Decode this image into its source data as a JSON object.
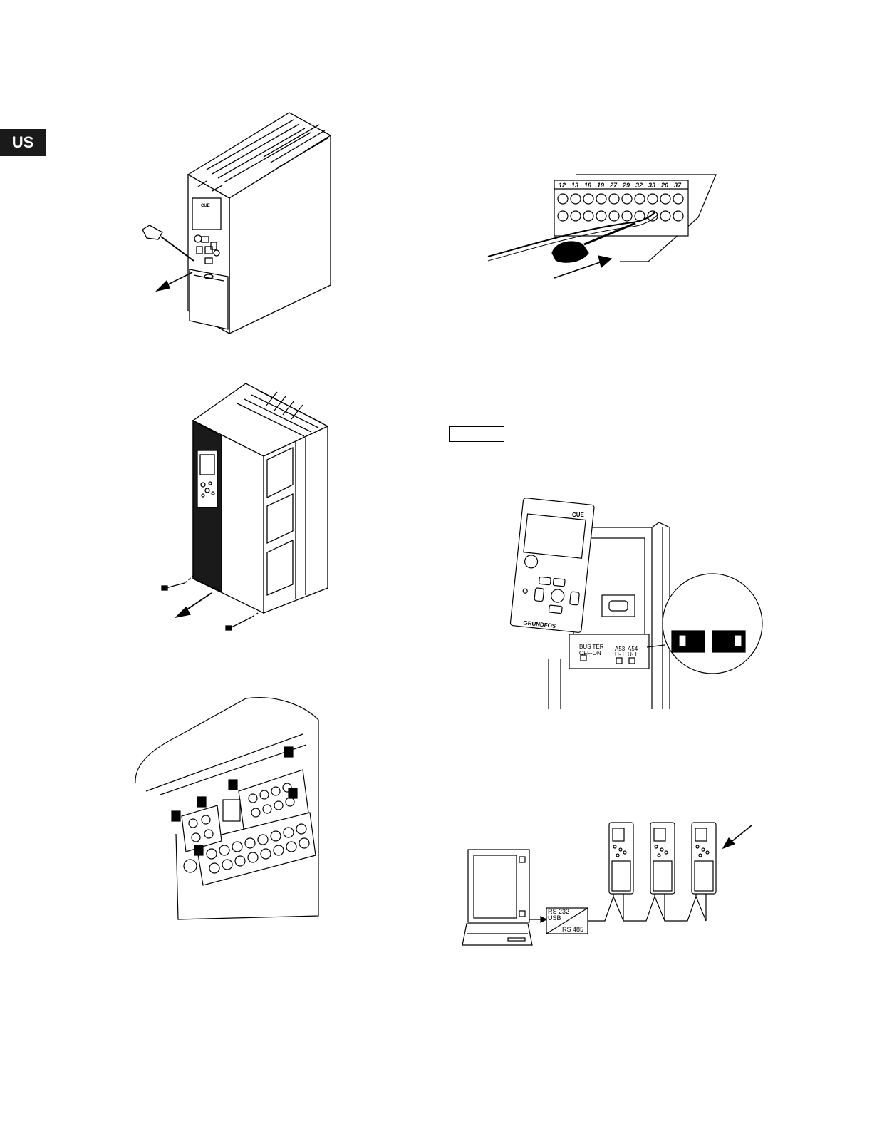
{
  "page": {
    "language_tab": "US"
  },
  "figures": {
    "cover_removal_small": {
      "brand_label": "CUE"
    },
    "terminal_wiring": {
      "terminal_numbers": [
        "12",
        "13",
        "18",
        "19",
        "27",
        "29",
        "32",
        "33",
        "20",
        "37"
      ]
    },
    "control_panel_switches": {
      "panel_label": "CUE",
      "brand_logo": "GRUNDFOS",
      "bus_term_line1": "BUS TER",
      "bus_term_line2": "OFF-ON",
      "a53_line1": "A53",
      "a53_line2": "U- I",
      "a54_line1": "A54",
      "a54_line2": "U- I"
    },
    "pc_connection": {
      "converter_line1": "RS 232",
      "converter_line2": "USB",
      "converter_line3": "RS 485"
    }
  },
  "colors": {
    "ink": "#000000",
    "tab_background": "#1a1a1a",
    "dark_panel": "#1a1a1a"
  }
}
